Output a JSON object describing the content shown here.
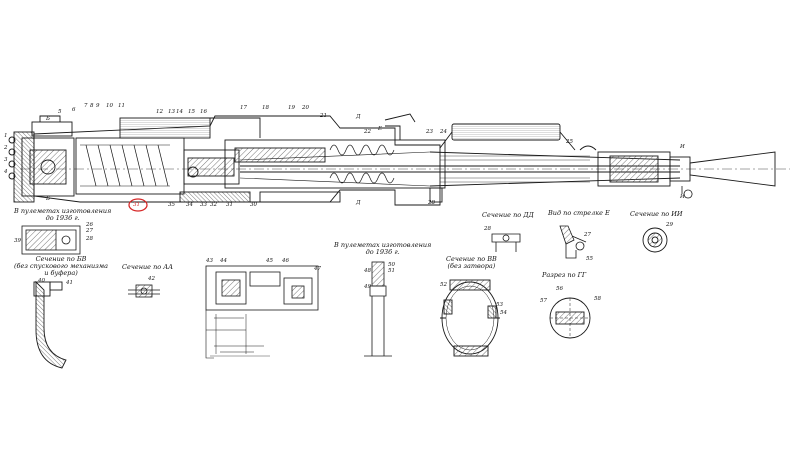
{
  "colors": {
    "ink": "#1a1a1a",
    "hatch": "#555555",
    "highlight": "#d62828",
    "paper": "#ffffff"
  },
  "main_callouts": {
    "top_row": [
      "6",
      "7",
      "8",
      "9",
      "10",
      "11",
      "12",
      "13",
      "14",
      "15",
      "16",
      "17",
      "18",
      "19",
      "20",
      "21",
      "22",
      "23",
      "24",
      "25"
    ],
    "bottom_row": [
      "31",
      "35",
      "34",
      "33",
      "32",
      "31",
      "30",
      "28"
    ],
    "left_column": [
      "1",
      "2",
      "3",
      "4",
      "5"
    ],
    "side_letters": [
      "Б",
      "Б",
      "Д",
      "Д",
      "Е",
      "И",
      "И"
    ],
    "highlighted": "31"
  },
  "captions": {
    "pre1936_a": "В пулеметах изготовления\nдо 1936 г.",
    "section_bb": "Сечение по БВ\n(без спускового механизма\nи буфера)",
    "section_aa": "Сечение по АА",
    "pre1936_b": "В пулеметах изготовления\nдо 1936 г.",
    "section_vv": "Сечение по ВВ\n(без затвора)",
    "section_dd": "Сечение по ДД",
    "view_e": "Вид по стрелке Е",
    "section_ii": "Сечение по ИИ",
    "cut_gg": "Разрез по ГГ"
  },
  "detail_numbers": {
    "pre1936_a": [
      "26",
      "27",
      "39",
      "28"
    ],
    "section_bb": [
      "40",
      "41"
    ],
    "section_aa": [
      "42"
    ],
    "assembly": [
      "43",
      "44",
      "45",
      "46",
      "47"
    ],
    "pre1936_b": [
      "48",
      "49",
      "50",
      "51"
    ],
    "section_vv": [
      "52",
      "53",
      "54"
    ],
    "section_dd": [
      "28"
    ],
    "view_e": [
      "27",
      "55"
    ],
    "section_ii": [
      "29"
    ],
    "cut_gg": [
      "56",
      "57",
      "58"
    ]
  }
}
